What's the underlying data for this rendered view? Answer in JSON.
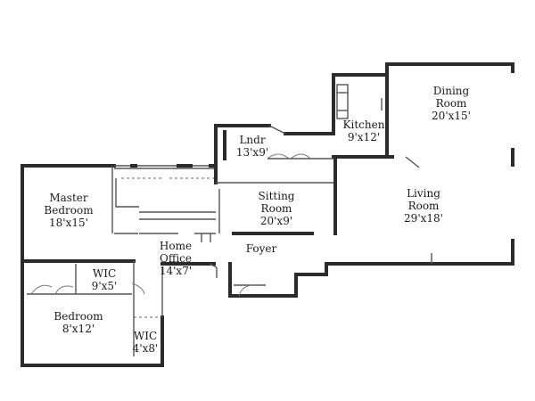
{
  "rooms": {
    "dining": {
      "name_1": "Dining",
      "name_2": "Room",
      "size": "20'x15'"
    },
    "kitchen": {
      "name": "Kitchen",
      "size": "9'x12'"
    },
    "laundry": {
      "name": "Lndr",
      "size": "13'x9'"
    },
    "living": {
      "name_1": "Living",
      "name_2": "Room",
      "size": "29'x18'"
    },
    "sitting": {
      "name_1": "Sitting",
      "name_2": "Room",
      "size": "20'x9'"
    },
    "master_bedroom": {
      "name_1": "Master",
      "name_2": "Bedroom",
      "size": "18'x15'"
    },
    "home_office": {
      "name_1": "Home",
      "name_2": "Office",
      "size": "14'x7'"
    },
    "foyer": {
      "name": "Foyer"
    },
    "wic_1": {
      "name": "WIC",
      "size": "9'x5'"
    },
    "bedroom": {
      "name": "Bedroom",
      "size": "8'x12'"
    },
    "wic_2": {
      "name": "WIC",
      "size": "4'x8'"
    }
  },
  "colors": {
    "wall": "#2b2b2b",
    "text": "#1a1a1a",
    "background": "#ffffff"
  }
}
